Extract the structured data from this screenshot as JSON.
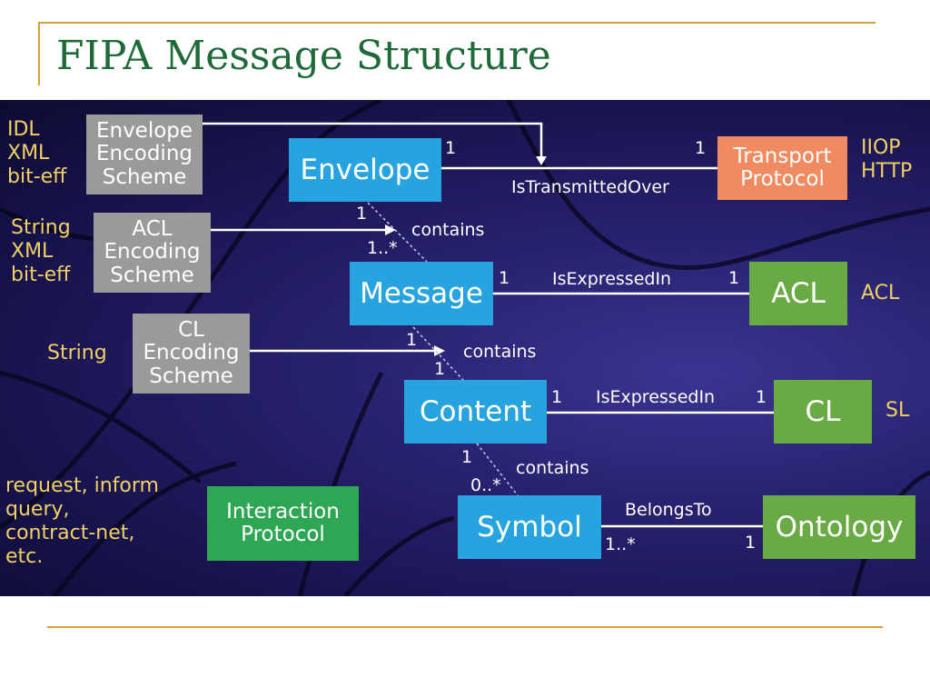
{
  "slide": {
    "title": "FIPA Message Structure"
  },
  "entities": {
    "envelope": "Envelope",
    "message": "Message",
    "content": "Content",
    "symbol": "Symbol",
    "transport": "Transport\nProtocol",
    "acl": "ACL",
    "cl": "CL",
    "ontology": "Ontology",
    "envelope_encoding": "Envelope\nEncoding\nScheme",
    "acl_encoding": "ACL\nEncoding\nScheme",
    "cl_encoding": "CL\nEncoding\nScheme",
    "interaction": "Interaction\nProtocol"
  },
  "side_labels": {
    "envelope_formats": "IDL\nXML\nbit-eff",
    "acl_formats": "String\nXML\nbit-eff",
    "cl_formats": "String",
    "transport_formats": "IIOP\nHTTP",
    "acl_example": "ACL",
    "cl_example": "SL",
    "performatives": "request, inform\nquery,\ncontract-net,\netc."
  },
  "relations": {
    "transmitted": "IsTransmittedOver",
    "contains_message": "contains",
    "expressed_acl": "IsExpressedIn",
    "contains_content": "contains",
    "expressed_cl": "IsExpressedIn",
    "contains_symbol": "contains",
    "belongs": "BelongsTo"
  },
  "multiplicities": {
    "env_transport_left": "1",
    "env_transport_right": "1",
    "env_msg_top": "1",
    "env_msg_bottom": "1..*",
    "msg_acl_left": "1",
    "msg_acl_right": "1",
    "msg_content_top": "1",
    "msg_content_bottom": "1",
    "content_cl_left": "1",
    "content_cl_right": "1",
    "content_symbol_top": "1",
    "content_symbol_bottom": "0..*",
    "symbol_ontology_left": "1..*",
    "symbol_ontology_right": "1"
  },
  "colors": {
    "title": "#1f6a39",
    "rule": "#d4a23a",
    "entity_blue": "#27a3df",
    "encoding_grey": "#9a9a9a",
    "language_green": "#6aaa45",
    "transport_orange": "#f08a61",
    "interaction_green": "#2fa654",
    "side_label_yellow": "#f2d066",
    "background": "#1c175c"
  }
}
